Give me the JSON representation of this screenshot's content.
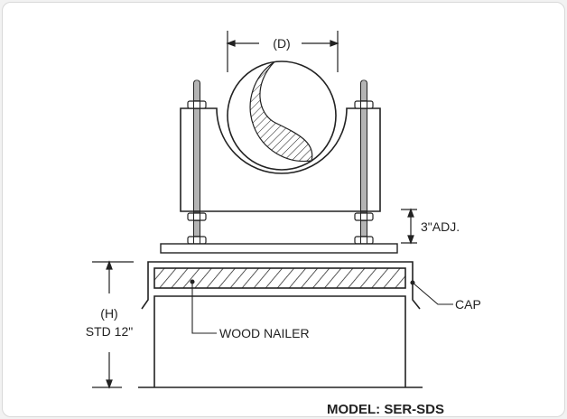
{
  "labels": {
    "diameter": "(D)",
    "adjust": "3\"ADJ.",
    "height": "(H)",
    "height_std": "STD 12\"",
    "wood_nailer": "WOOD NAILER",
    "cap": "CAP",
    "model": "MODEL: SER-SDS"
  },
  "colors": {
    "line": "#1a1a1a",
    "text": "#222222"
  }
}
